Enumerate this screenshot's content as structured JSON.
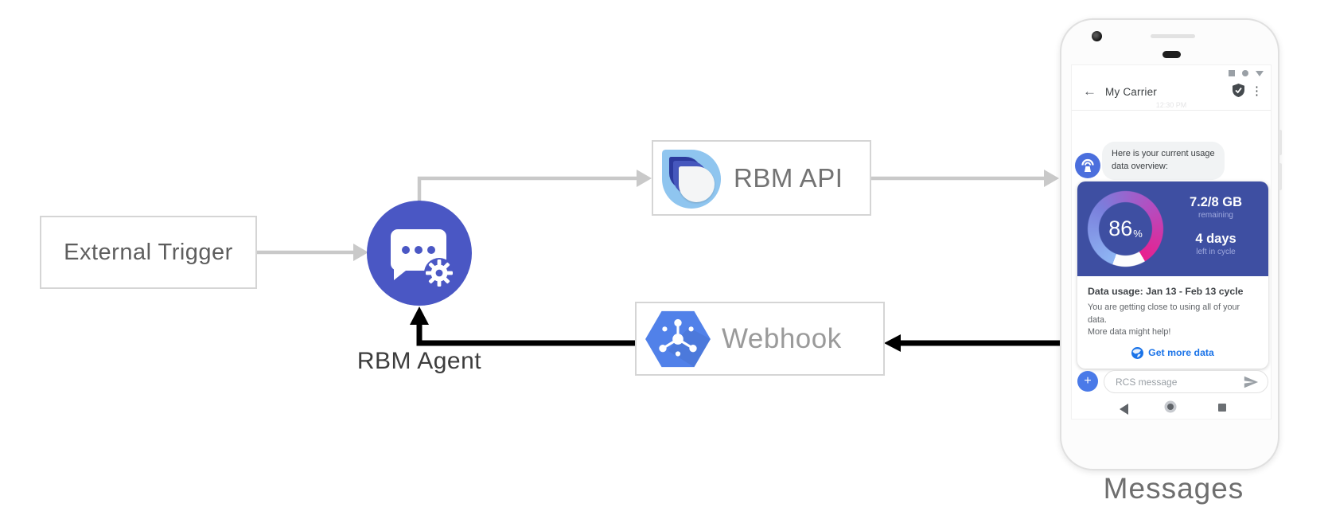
{
  "diagram": {
    "external_trigger_label": "External Trigger",
    "rbm_agent_label": "RBM Agent",
    "rbm_api_label": "RBM API",
    "webhook_label": "Webhook",
    "phone_caption": "Messages"
  },
  "phone": {
    "header": {
      "back_icon": "←",
      "title": "My Carrier",
      "menu_icon": "⋮"
    },
    "timestamp": "12:30 PM",
    "chat_bubble": {
      "line1": "Here is your current usage",
      "line2": "data overview:"
    },
    "usage_card": {
      "gauge_percent": "86",
      "gauge_percent_symbol": "%",
      "gauge_fill_percent": 86,
      "remaining_value": "7.2/8 GB",
      "remaining_label": "remaining",
      "cycle_value": "4 days",
      "cycle_label": "left in cycle",
      "title": "Data usage: Jan 13 - Feb 13 cycle",
      "body_line1": "You are getting close to using all of your data.",
      "body_line2": "More data might help!",
      "action_label": "Get more data"
    },
    "composer": {
      "plus_label": "+",
      "placeholder": "RCS message"
    }
  },
  "colors": {
    "agent_circle": "#4a57c4",
    "card_blue": "#3e4fa2",
    "gauge_gradient": [
      "#8fb7f4",
      "#7a7fdc",
      "#b44dc0",
      "#e91f8e"
    ],
    "webhook_hexagon": "#5181e9",
    "logo_light_blue": "#8fc5ef",
    "logo_navy": "#2c3a9e",
    "logo_mid_blue": "#4657bd",
    "action_blue": "#1a73e8",
    "arrow_gray": "#c9c9c9",
    "arrow_black": "#000000"
  }
}
